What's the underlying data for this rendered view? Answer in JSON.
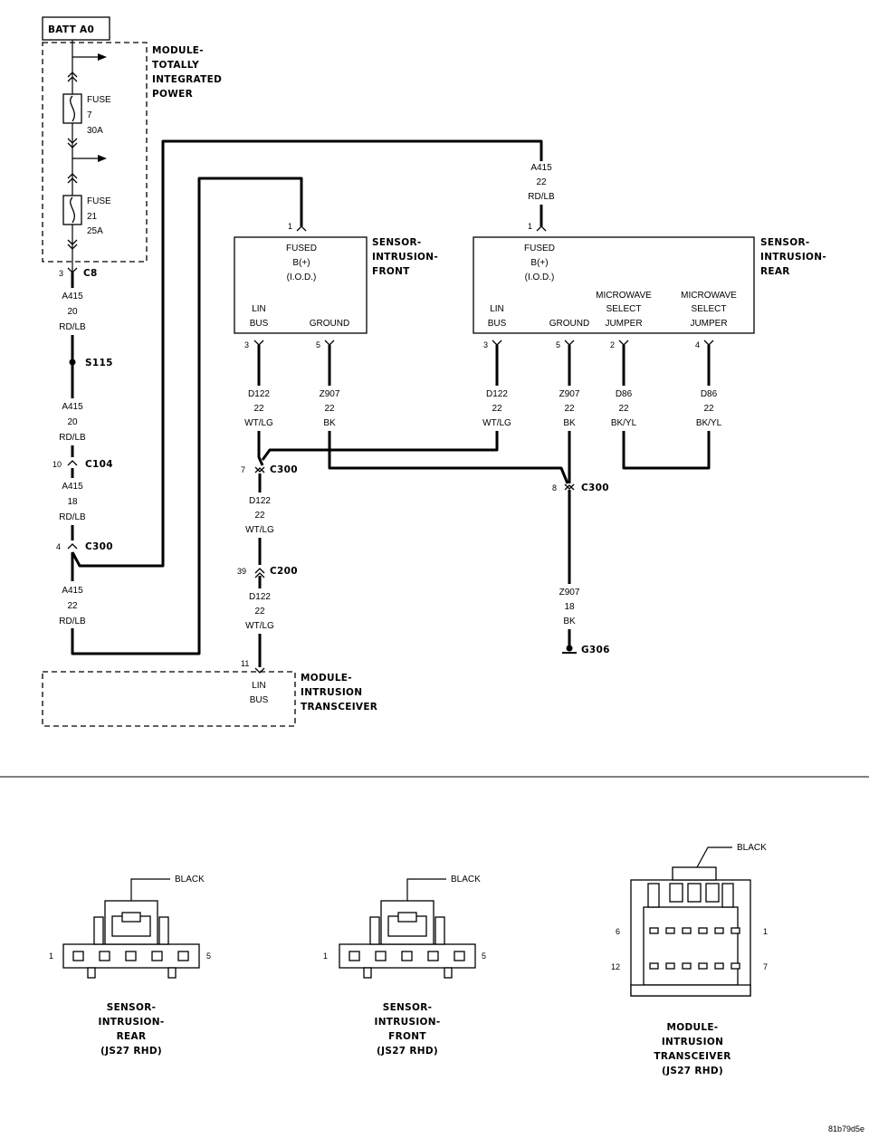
{
  "batt": "BATT A0",
  "modules": {
    "tip": [
      "MODULE-",
      "TOTALLY",
      "INTEGRATED",
      "POWER"
    ],
    "front": [
      "SENSOR-",
      "INTRUSION-",
      "FRONT"
    ],
    "rear": [
      "SENSOR-",
      "INTRUSION-",
      "REAR"
    ],
    "transceiver": [
      "MODULE-",
      "INTRUSION",
      "TRANSCEIVER"
    ]
  },
  "fuses": [
    {
      "lines": [
        "FUSE",
        "7",
        "30A"
      ]
    },
    {
      "lines": [
        "FUSE",
        "21",
        "25A"
      ]
    }
  ],
  "wires": {
    "a415_1": [
      "A415",
      "20",
      "RD/LB"
    ],
    "a415_2": [
      "A415",
      "20",
      "RD/LB"
    ],
    "a415_3": [
      "A415",
      "18",
      "RD/LB"
    ],
    "a415_4": [
      "A415",
      "22",
      "RD/LB"
    ],
    "a415_top": [
      "A415",
      "22",
      "RD/LB"
    ],
    "d122_f": [
      "D122",
      "22",
      "WT/LG"
    ],
    "z907_f": [
      "Z907",
      "22",
      "BK"
    ],
    "d122_r": [
      "D122",
      "22",
      "WT/LG"
    ],
    "z907_r": [
      "Z907",
      "22",
      "BK"
    ],
    "d86_a": [
      "D86",
      "22",
      "BK/YL"
    ],
    "d86_b": [
      "D86",
      "22",
      "BK/YL"
    ],
    "d122_2": [
      "D122",
      "22",
      "WT/LG"
    ],
    "d122_3": [
      "D122",
      "22",
      "WT/LG"
    ],
    "z907_g": [
      "Z907",
      "18",
      "BK"
    ]
  },
  "connectors": {
    "c8": "C8",
    "c8_pin": "3",
    "s115": "S115",
    "c104": "C104",
    "c104_pin": "10",
    "c300_a": "C300",
    "c300_a_pin": "4",
    "c300_b": "C300",
    "c300_b_pin": "7",
    "c300_c": "C300",
    "c300_c_pin": "8",
    "c200": "C200",
    "c200_pin": "39",
    "g306": "G306",
    "trans_pin": "11"
  },
  "front_labels": {
    "fused": [
      "FUSED",
      "B(+)",
      "(I.O.D.)"
    ],
    "lin": [
      "LIN",
      "BUS"
    ],
    "ground": "GROUND",
    "pin_top": "1",
    "pin_lin": "3",
    "pin_gnd": "5"
  },
  "rear_labels": {
    "fused": [
      "FUSED",
      "B(+)",
      "(I.O.D.)"
    ],
    "lin": [
      "LIN",
      "BUS"
    ],
    "ground": "GROUND",
    "mw1": [
      "MICROWAVE",
      "SELECT",
      "JUMPER"
    ],
    "mw2": [
      "MICROWAVE",
      "SELECT",
      "JUMPER"
    ],
    "pin_top": "1",
    "pin_lin": "3",
    "pin_gnd": "5",
    "pin_mw1": "2",
    "pin_mw2": "4"
  },
  "trans_labels": [
    "LIN",
    "BUS"
  ],
  "connector_views": [
    {
      "callout": "BLACK",
      "pin_left": "1",
      "pin_right": "5",
      "caption": [
        "SENSOR-",
        "INTRUSION-",
        "REAR",
        "(JS27 RHD)"
      ]
    },
    {
      "callout": "BLACK",
      "pin_left": "1",
      "pin_right": "5",
      "caption": [
        "SENSOR-",
        "INTRUSION-",
        "FRONT",
        "(JS27 RHD)"
      ]
    },
    {
      "callout": "BLACK",
      "pins": [
        "6",
        "1",
        "12",
        "7"
      ],
      "caption": [
        "MODULE-",
        "INTRUSION",
        "TRANSCEIVER",
        "(JS27 RHD)"
      ]
    }
  ],
  "figure_code": "81b79d5e"
}
